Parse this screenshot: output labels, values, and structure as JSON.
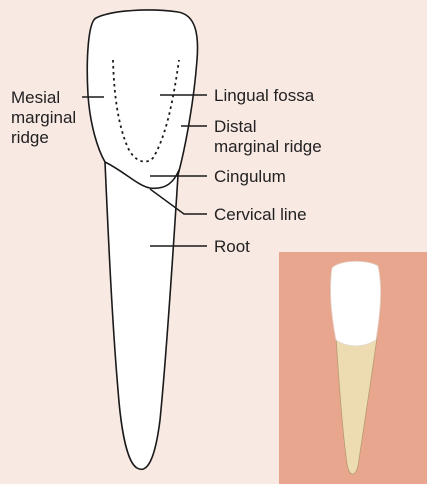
{
  "colors": {
    "background": "#f9e9e3",
    "outline": "#1a1a1a",
    "tooth_fill": "#ffffff",
    "inset_background": "#e8a68e",
    "crown": "#ffffff",
    "root": "#eddcb2"
  },
  "labels": {
    "mesial_marginal_ridge": "Mesial\nmarginal\nridge",
    "lingual_fossa": "Lingual fossa",
    "distal_marginal_ridge": "Distal\nmarginal ridge",
    "cingulum": "Cingulum",
    "cervical_line": "Cervical line",
    "root": "Root"
  }
}
